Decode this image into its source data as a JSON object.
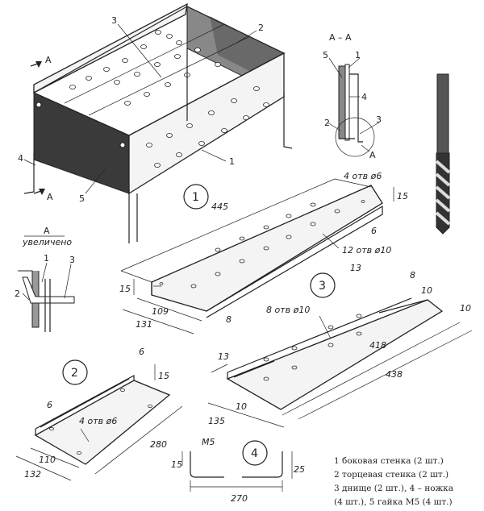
{
  "box": {
    "part_labels": [
      "3",
      "2",
      "4",
      "5",
      "1"
    ],
    "section_mark": "A"
  },
  "section_aa": {
    "title": "A – A",
    "labels": [
      "5",
      "1",
      "4",
      "2",
      "3",
      "A"
    ]
  },
  "detail_a": {
    "title": "A",
    "subtitle": "увеличено",
    "labels": [
      "1",
      "3",
      "2"
    ]
  },
  "part1": {
    "circle": "1",
    "dims": [
      "445",
      "4 отв ø6",
      "15",
      "6",
      "12 отв ø10",
      "15",
      "109",
      "131",
      "8"
    ]
  },
  "part2": {
    "circle": "2",
    "dims": [
      "6",
      "15",
      "6",
      "4 отв ø6",
      "280",
      "110",
      "132"
    ]
  },
  "part3": {
    "circle": "3",
    "dims": [
      "13",
      "8",
      "10",
      "10",
      "8 отв ø10",
      "13",
      "418",
      "438",
      "10",
      "135"
    ]
  },
  "part4": {
    "circle": "4",
    "dims": [
      "M5",
      "15",
      "25",
      "270"
    ]
  },
  "legend": {
    "line1": "1    боковая стенка (2 шт.)",
    "line2": "2    торцевая стенка (2 шт.)",
    "line3": "3    днище (2 шт.), 4 – ножка",
    "line4": "(4 шт.), 5    гайка М5 (4 шт.)"
  }
}
